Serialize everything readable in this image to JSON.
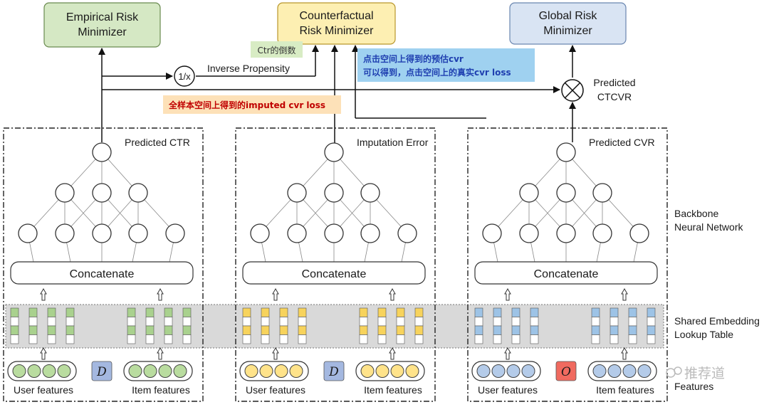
{
  "minimizers": {
    "empirical": [
      "Empirical Risk",
      "Minimizer"
    ],
    "counterfactual": [
      "Counterfactual",
      "Risk Minimizer"
    ],
    "global": [
      "Global Risk",
      "Minimizer"
    ]
  },
  "annotations": {
    "ctr_inverse": "Ctr的倒数",
    "click_space_line1": "点击空间上得到的预估cvr",
    "click_space_line2": "可以得到，点击空间上的真实cvr loss",
    "full_space": "全样本空间上得到的imputed cvr loss"
  },
  "ops": {
    "reciprocal": "1/x",
    "inverse_propensity": "Inverse Propensity",
    "predicted_ctcvr": [
      "Predicted",
      "CTCVR"
    ]
  },
  "towers": [
    {
      "output_label": "Predicted CTR",
      "concat": "Concatenate",
      "user_features": "User features",
      "item_features": "Item features",
      "mid_symbol": "D",
      "feature_color": "#b9dc9f",
      "emb_color": "#a9d18e",
      "mid_color": "#a4b8e0"
    },
    {
      "output_label": "Imputation Error",
      "concat": "Concatenate",
      "user_features": "User features",
      "item_features": "Item features",
      "mid_symbol": "D",
      "feature_color": "#ffe38a",
      "emb_color": "#f7d35c",
      "mid_color": "#a4b8e0"
    },
    {
      "output_label": "Predicted CVR",
      "concat": "Concatenate",
      "user_features": "User features",
      "item_features": "Item features",
      "mid_symbol": "O",
      "feature_color": "#b4cbe9",
      "emb_color": "#9dc3e6",
      "mid_color": "#f06a5f"
    }
  ],
  "side_labels": {
    "backbone": [
      "Backbone",
      "Neural Network"
    ],
    "shared_embedding": [
      "Shared Embedding",
      "Lookup Table"
    ],
    "features": [
      "Features"
    ]
  },
  "watermark": "推荐道",
  "colors": {
    "empirical_box": "#d5e8c4",
    "counterfactual_box": "#fdefb2",
    "global_box": "#d9e4f3",
    "band": "#d9d9d9",
    "annotation_green": "#d8ecc4",
    "annotation_blue": "#9fd1f0",
    "annotation_orange": "#fde1b8",
    "annotation_red_text": "#c00000",
    "annotation_blue_text": "#1f3fb0"
  }
}
